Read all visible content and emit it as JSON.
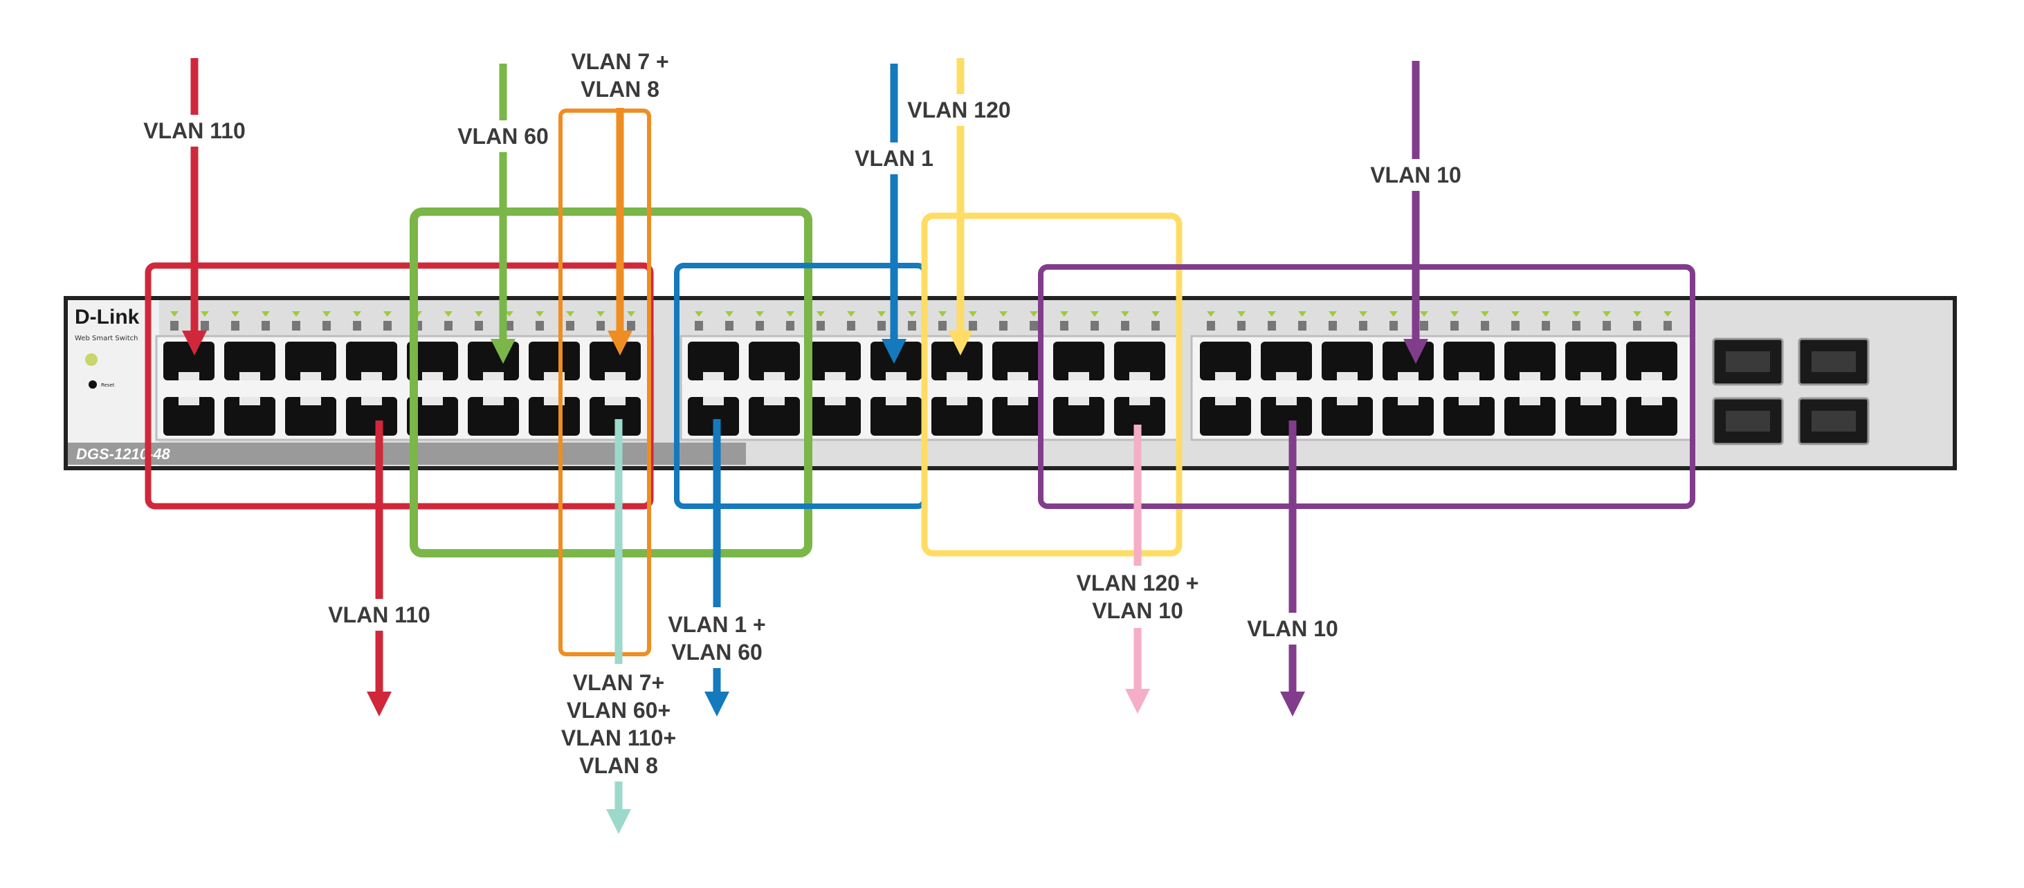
{
  "device": {
    "brand": "D-Link",
    "model": "DGS-1210-48",
    "subtitle": "Web Smart Switch",
    "reset_label": "Reset",
    "colors": {
      "body": "#dcdcdc",
      "frame": "#2a2a2a",
      "port": "#111111",
      "led": "#9ccc3c"
    }
  },
  "labels": {
    "vlan110_top": "VLAN 110",
    "vlan60_top": "VLAN 60",
    "vlan7_8_top": [
      "VLAN 7 +",
      "VLAN 8"
    ],
    "vlan1_top": "VLAN 1",
    "vlan120_top": "VLAN 120",
    "vlan10_top": "VLAN 10",
    "vlan110_bottom": "VLAN 110",
    "vlan_multi_bottom": [
      "VLAN 7+",
      "VLAN 60+",
      "VLAN 110+",
      "VLAN 8"
    ],
    "vlan1_60_bottom": [
      "VLAN 1 +",
      "VLAN 60"
    ],
    "vlan120_10_bottom": [
      "VLAN 120 +",
      "VLAN 10"
    ],
    "vlan10_bottom": "VLAN 10"
  },
  "colors": {
    "red": "#d0283a",
    "green": "#7ab648",
    "orange": "#ef8d22",
    "blue": "#1479bd",
    "yellow": "#ffdc64",
    "purple": "#813d8b",
    "teal": "#9bd9cb",
    "pink": "#f5aec6"
  }
}
